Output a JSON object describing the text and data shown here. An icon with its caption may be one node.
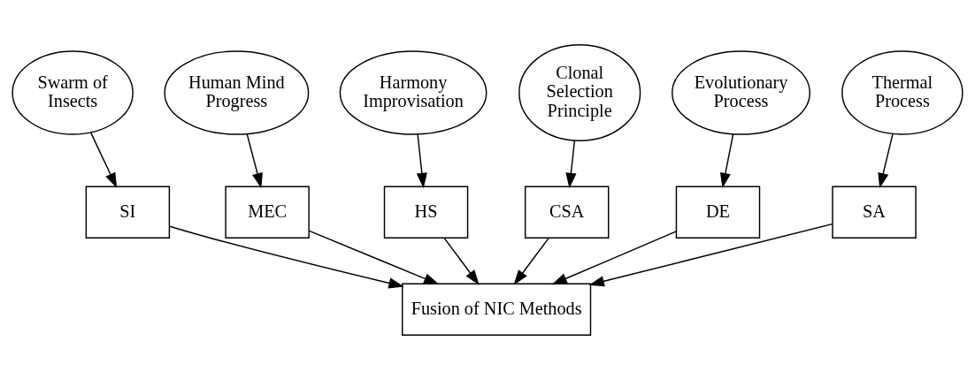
{
  "diagram": {
    "nodes": [
      {
        "text": [
          "Swarm of Insects"
        ]
      },
      {
        "text": [
          "Human Mind Progress"
        ]
      },
      {
        "text": [
          "Harmony Improvisation"
        ]
      },
      {
        "text": [
          "Clonal Selection Principle"
        ]
      },
      {
        "text": [
          "Evolutionary Process"
        ]
      },
      {
        "text": [
          "Thermal Process"
        ]
      },
      {
        "text": [
          "SI"
        ]
      },
      {
        "text": [
          "MEC"
        ]
      },
      {
        "text": [
          "HS"
        ]
      },
      {
        "text": [
          "CSA"
        ]
      },
      {
        "text": [
          "DE"
        ]
      },
      {
        "text": [
          "SA"
        ]
      },
      {
        "text": [
          "Fusion of NIC Methods"
        ]
      }
    ],
    "edges": [
      {
        "from": 0,
        "to": 6,
        "arrow": "to"
      },
      {
        "from": 1,
        "to": 7,
        "arrow": "to"
      },
      {
        "from": 2,
        "to": 8,
        "arrow": "to"
      },
      {
        "from": 3,
        "to": 9,
        "arrow": "to"
      },
      {
        "from": 4,
        "to": 10,
        "arrow": "to"
      },
      {
        "from": 5,
        "to": 11,
        "arrow": "to"
      },
      {
        "from": 6,
        "to": 12,
        "arrow": "to"
      },
      {
        "from": 7,
        "to": 12,
        "arrow": "to"
      },
      {
        "from": 8,
        "to": 12,
        "arrow": "to"
      },
      {
        "from": 9,
        "to": 12,
        "arrow": "to"
      },
      {
        "from": 10,
        "to": 12,
        "arrow": "to"
      },
      {
        "from": 11,
        "to": 12,
        "arrow": "to"
      }
    ]
  }
}
